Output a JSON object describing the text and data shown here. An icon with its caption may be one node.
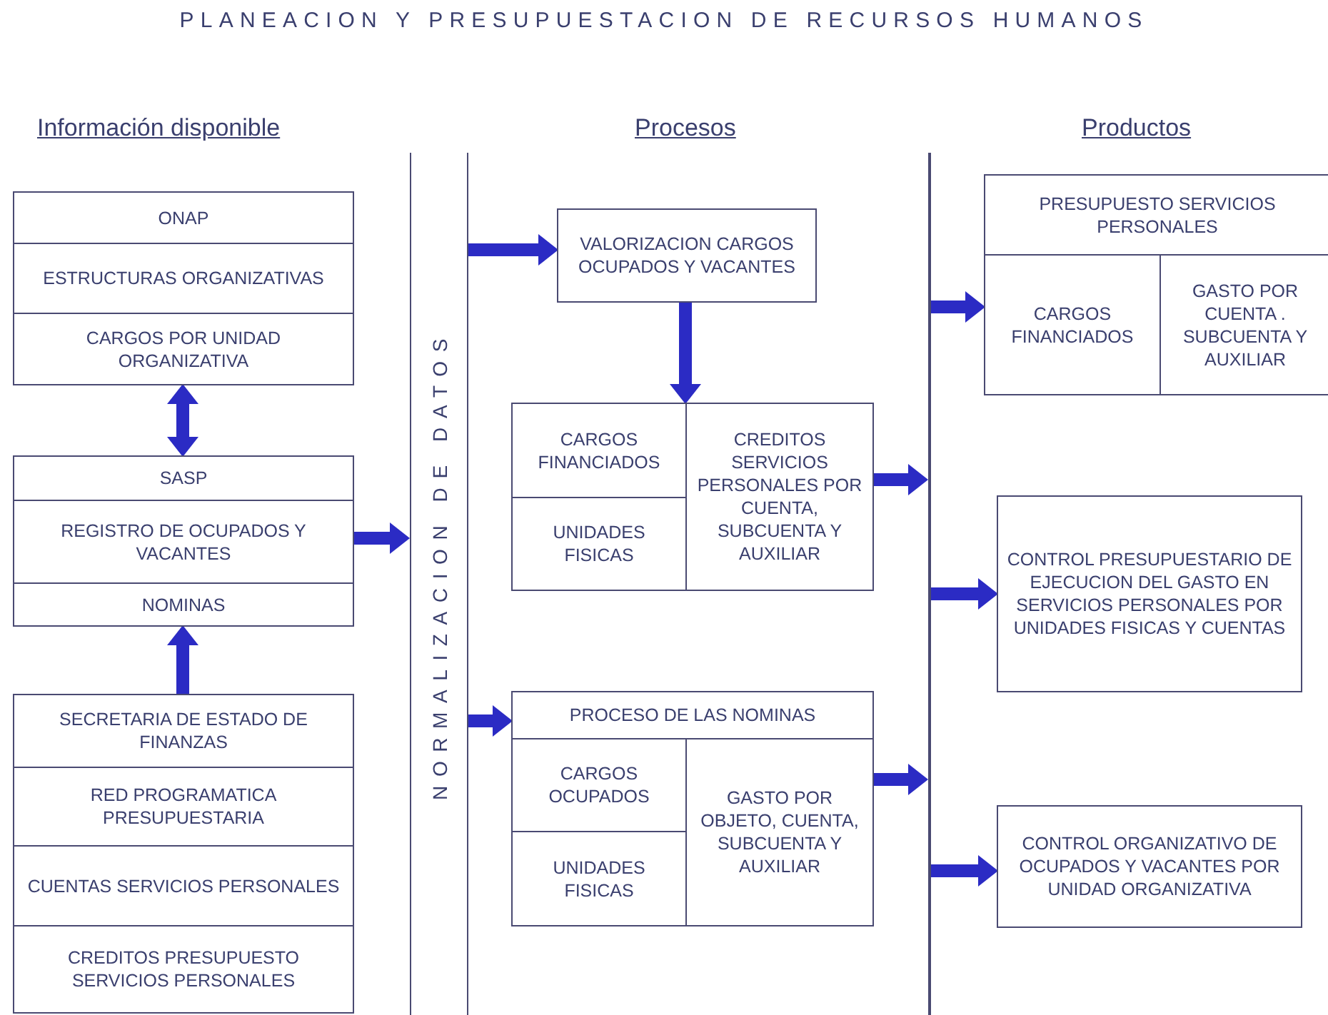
{
  "diagram": {
    "title": "PLANEACION Y PRESUPUESTACION DE RECURSOS HUMANOS",
    "nodes": [
      {
        "text": [
          "ONAP",
          "ESTRUCTURAS ORGANIZATIVAS",
          "CARGOS POR UNIDAD ORGANIZATIVA"
        ]
      },
      {
        "text": [
          "SASP",
          "REGISTRO DE OCUPADOS Y VACANTES",
          "NOMINAS"
        ]
      },
      {
        "text": [
          "SECRETARIA DE ESTADO DE FINANZAS",
          "RED PROGRAMATICA PRESUPUESTARIA",
          "CUENTAS SERVICIOS PERSONALES",
          "CREDITOS PRESUPUESTO SERVICIOS PERSONALES"
        ]
      },
      {
        "text": [
          "NORMALIZACION DE DATOS"
        ]
      },
      {
        "text": [
          "VALORIZACION CARGOS OCUPADOS Y VACANTES"
        ]
      },
      {
        "text": [
          "CARGOS FINANCIADOS",
          "UNIDADES FISICAS",
          "CREDITOS SERVICIOS PERSONALES POR CUENTA, SUBCUENTA Y AUXILIAR"
        ]
      },
      {
        "text": [
          "PROCESO DE LAS NOMINAS",
          "CARGOS OCUPADOS",
          "UNIDADES FISICAS",
          "GASTO POR OBJETO, CUENTA, SUBCUENTA Y AUXILIAR"
        ]
      },
      {
        "text": [],
        "shape": "bar"
      },
      {
        "text": [
          "PRESUPUESTO SERVICIOS PERSONALES",
          "CARGOS FINANCIADOS",
          "GASTO POR CUENTA . SUBCUENTA Y AUXILIAR"
        ]
      },
      {
        "text": [
          "CONTROL PRESUPUESTARIO DE EJECUCION DEL GASTO EN SERVICIOS PERSONALES POR UNIDADES FISICAS Y CUENTAS"
        ]
      },
      {
        "text": [
          "CONTROL ORGANIZATIVO DE OCUPADOS Y VACANTES POR UNIDAD ORGANIZATIVA"
        ]
      }
    ],
    "edges": [
      {
        "from": 0,
        "to": 1,
        "arrow": "both"
      },
      {
        "from": 2,
        "to": 1,
        "arrow": "to"
      },
      {
        "from": 1,
        "to": 3,
        "arrow": "to"
      },
      {
        "from": 3,
        "to": 4,
        "arrow": "to"
      },
      {
        "from": 4,
        "to": 5,
        "arrow": "to"
      },
      {
        "from": 3,
        "to": 6,
        "arrow": "to"
      },
      {
        "from": 5,
        "to": 7,
        "arrow": "to"
      },
      {
        "from": 6,
        "to": 7,
        "arrow": "to"
      },
      {
        "from": 7,
        "to": 8,
        "arrow": "to"
      },
      {
        "from": 7,
        "to": 9,
        "arrow": "to"
      },
      {
        "from": 7,
        "to": 10,
        "arrow": "to"
      }
    ],
    "labels": [
      "Información disponible",
      "Procesos",
      "Productos"
    ]
  }
}
